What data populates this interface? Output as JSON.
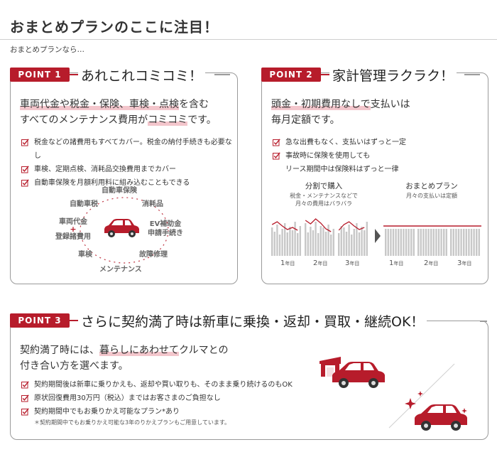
{
  "header": {
    "title": "おまとめプランのここに注目！",
    "subtitle": "おまとめプランなら…"
  },
  "point1": {
    "badge": "POINT 1",
    "title": "あれこれコミコミ！",
    "lead_line1_highlight": "車両代金や税金・保険、車検・点検",
    "lead_line1_rest": "を含む",
    "lead_line2_pre": "すべてのメンテナンス費用が",
    "lead_line2_highlight": "コミコミ",
    "lead_line2_post": "です。",
    "checks": [
      "税金などの諸費用もすべてカバー。税金の納付手続きも必要なし",
      "車検、定期点検、消耗品交換費用までカバー",
      "自動車保険を月額利用料に組み込むこともできる"
    ],
    "cycle": {
      "top": "自動車保険",
      "tax": "自動車税",
      "consumables": "消耗品",
      "car_price": "車両代金",
      "plus": "+",
      "registration": "登録諸費用",
      "ev_line1": "EV補助金",
      "ev_line2": "申請手続き",
      "inspection": "車検",
      "repair": "故障修理",
      "maintenance": "メンテナンス"
    }
  },
  "point2": {
    "badge": "POINT 2",
    "title": "家計管理ラクラク！",
    "lead_line1_highlight": "頭金・初期費用なしで",
    "lead_line1_rest": "支払いは",
    "lead_line2": "毎月定額です。",
    "checks": [
      "急な出費もなく、支払いはずっと一定",
      "事故時に保険を使用しても"
    ],
    "check2_line2": "リース期間中は保険料はずっと一律",
    "left_chart": {
      "label": "分割で購入",
      "sub1": "税金・メンテナンスなどで",
      "sub2": "月々の費用はバラバラ",
      "years": [
        "1",
        "2",
        "3"
      ]
    },
    "right_chart": {
      "label": "おまとめプラン",
      "sub1": "月々の支払いは定額",
      "years": [
        "1",
        "2",
        "3"
      ]
    },
    "year_suffix": "年目"
  },
  "point3": {
    "badge": "POINT 3",
    "title": "さらに契約満了時は新車に乗換・返却・買取・継続OK！",
    "lead_line1_pre": "契約満了時には、",
    "lead_line1_highlight": "暮らしにあわせて",
    "lead_line1_post": "クルマとの",
    "lead_line2": "付き合い方を選べます。",
    "checks": [
      "契約期間後は新車に乗りかえも、返却や買い取りも、そのまま乗り続けるのもOK",
      "原状回復費用30万円（税込）まではお客さまのご負担なし",
      "契約期間中でもお乗りかえ可能なプラン*あり"
    ],
    "note": "＊契約期間中でもお乗りかえ可能な3年のりかえプランもご用意しています。"
  },
  "colors": {
    "accent": "#b71c2b",
    "highlight": "#f3c6cc",
    "frame": "#9a9a9a",
    "bar": "#c8c8c8"
  },
  "icons": [
    "check-icon",
    "car-icon",
    "garage-icon",
    "sparkle-icon",
    "arrow-right-icon"
  ]
}
